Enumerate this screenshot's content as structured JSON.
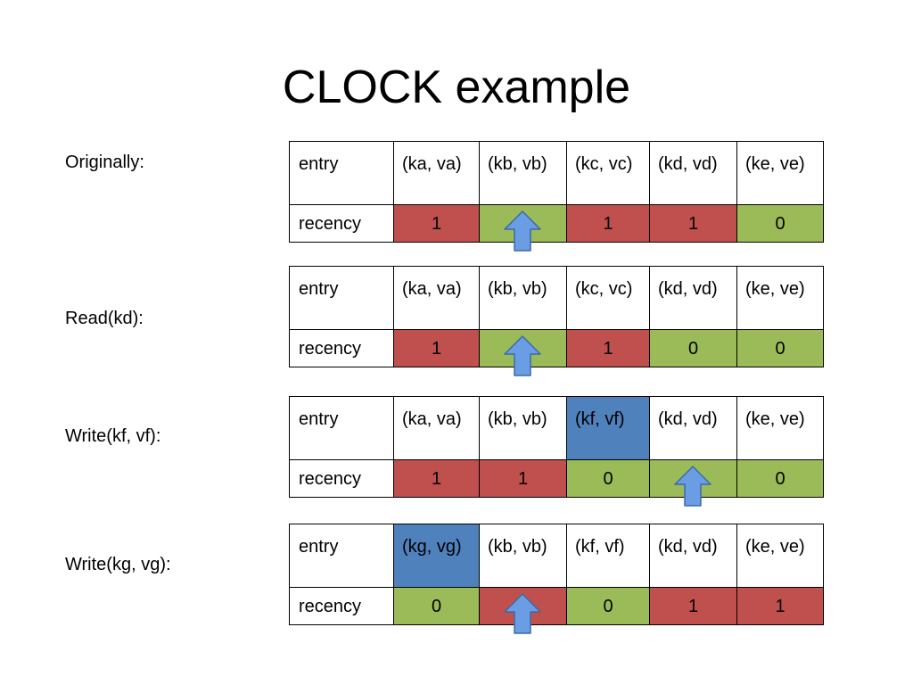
{
  "slide": {
    "title": "CLOCK example"
  },
  "row_labels": {
    "entry": "entry",
    "recency": "recency"
  },
  "colors": {
    "red": "#c0504d",
    "green": "#9bbb59",
    "blue": "#4f81bd",
    "arrow": "#6a9de3"
  },
  "steps": [
    {
      "label": "Originally:",
      "entries": [
        "(ka, va)",
        "(kb, vb)",
        "(kc, vc)",
        "(kd, vd)",
        "(ke, ve)"
      ],
      "entry_highlight": [
        false,
        false,
        false,
        false,
        false
      ],
      "recency": [
        "1",
        "0",
        "1",
        "1",
        "0"
      ],
      "hand_index": 1
    },
    {
      "label": "Read(kd):",
      "entries": [
        "(ka, va)",
        "(kb, vb)",
        "(kc, vc)",
        "(kd, vd)",
        "(ke, ve)"
      ],
      "entry_highlight": [
        false,
        false,
        false,
        false,
        false
      ],
      "recency": [
        "1",
        "0",
        "1",
        "0",
        "0"
      ],
      "hand_index": 1
    },
    {
      "label": "Write(kf, vf):",
      "entries": [
        "(ka, va)",
        "(kb, vb)",
        "(kf, vf)",
        "(kd, vd)",
        "(ke, ve)"
      ],
      "entry_highlight": [
        false,
        false,
        true,
        false,
        false
      ],
      "recency": [
        "1",
        "1",
        "0",
        "0",
        "0"
      ],
      "hand_index": 3
    },
    {
      "label": "Write(kg, vg):",
      "entries": [
        "(kg, vg)",
        "(kb, vb)",
        "(kf, vf)",
        "(kd, vd)",
        "(ke, ve)"
      ],
      "entry_highlight": [
        true,
        false,
        false,
        false,
        false
      ],
      "recency": [
        "0",
        "1",
        "0",
        "1",
        "1"
      ],
      "hand_index": 1
    }
  ]
}
